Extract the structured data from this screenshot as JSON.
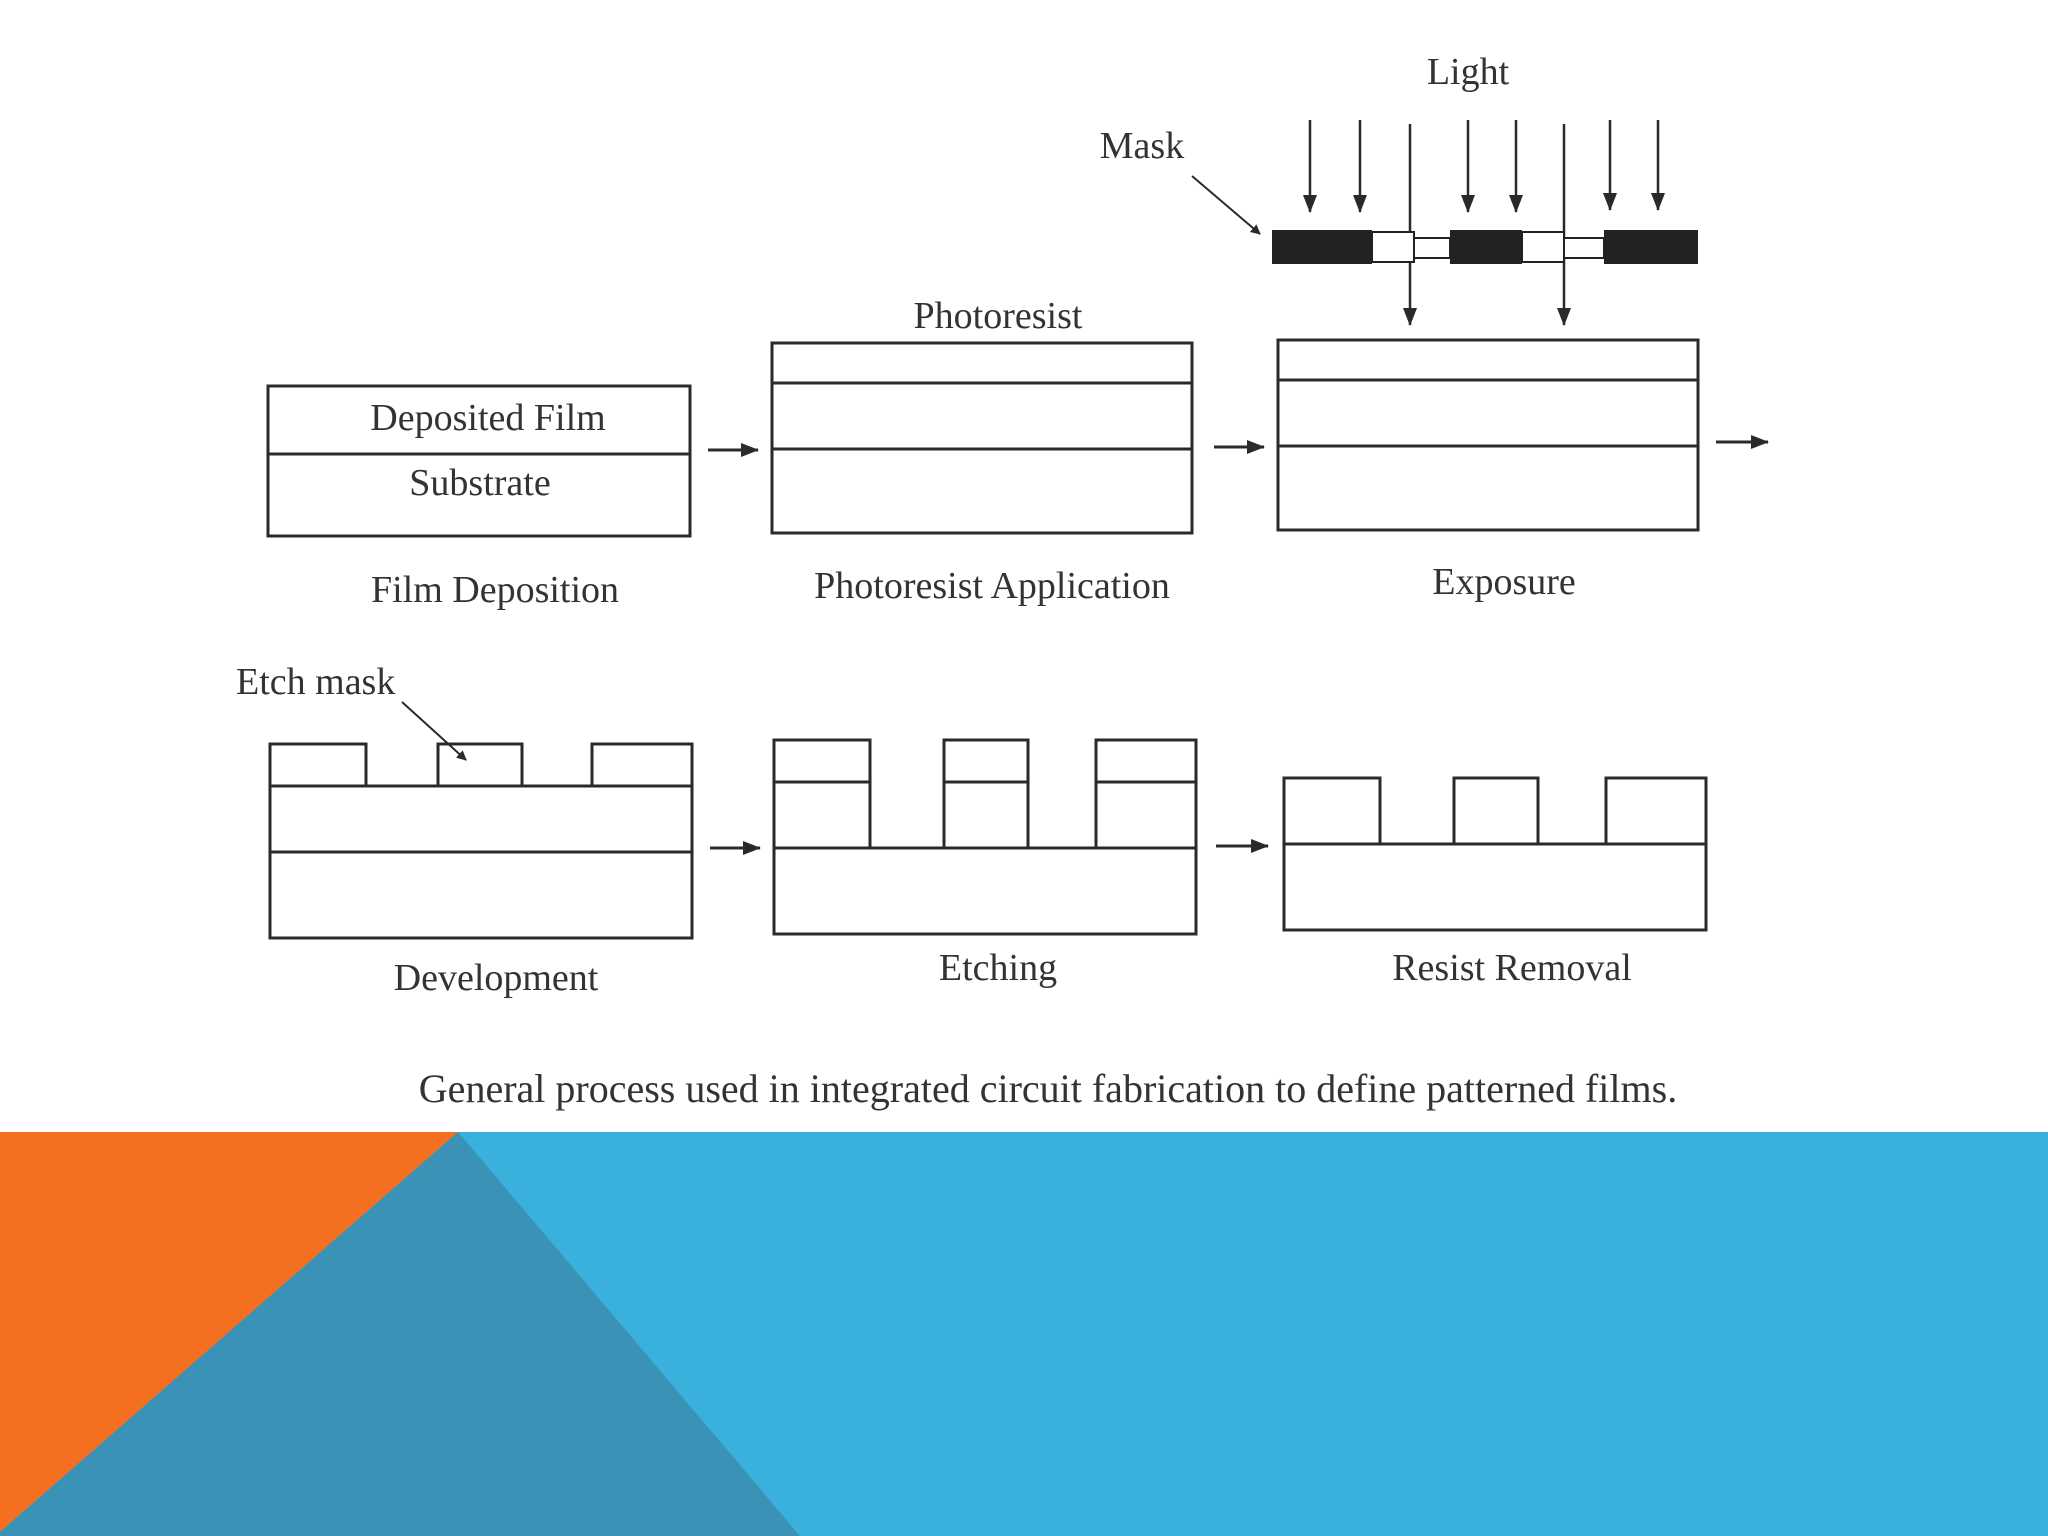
{
  "diagram": {
    "labels": {
      "light": "Light",
      "mask": "Mask",
      "photoresist": "Photoresist",
      "deposited_film": "Deposited Film",
      "substrate": "Substrate",
      "etch_mask": "Etch mask"
    },
    "steps": [
      "Film Deposition",
      "Photoresist Application",
      "Exposure",
      "Development",
      "Etching",
      "Resist Removal"
    ],
    "caption": "General process used in integrated circuit fabrication to define patterned films."
  },
  "colors": {
    "background": "#ffffff",
    "band_blue": "#3ab0dc",
    "band_dark_teal": "#3a93b6",
    "band_orange": "#f46f1f",
    "line": "#2a2a2a",
    "text": "#333333"
  }
}
